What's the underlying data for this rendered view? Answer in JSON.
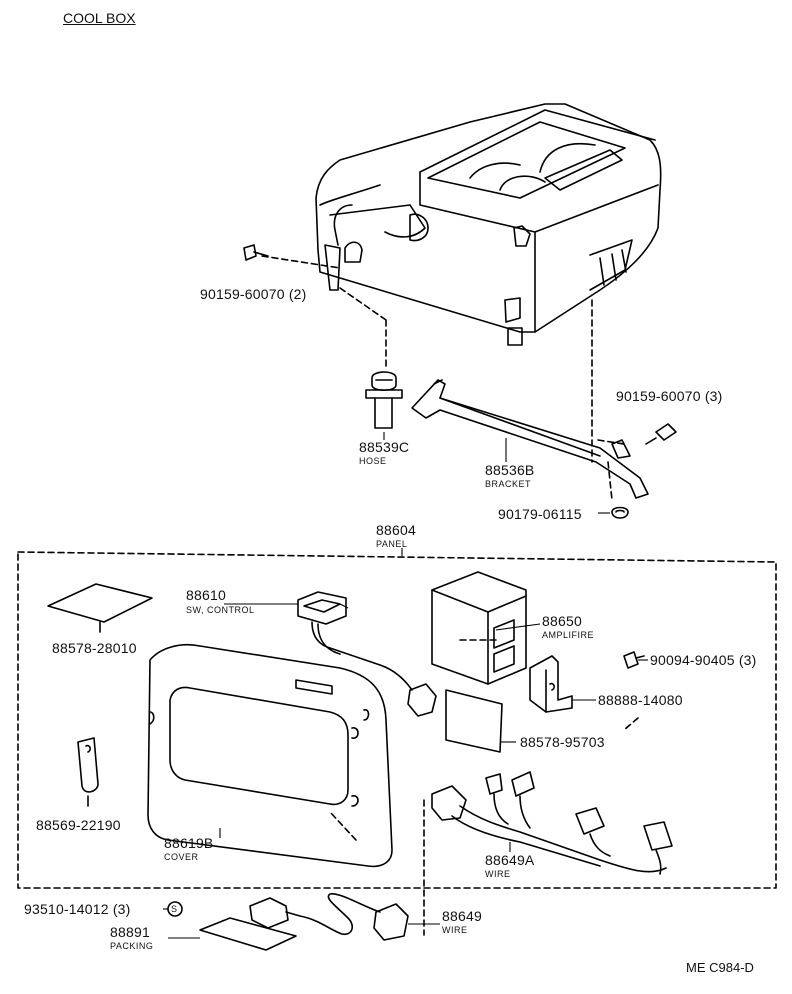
{
  "title": "COOL BOX",
  "diagram_code": "ME C984-D",
  "parts": {
    "screw_top": {
      "number": "90159-60070 (2)"
    },
    "hose": {
      "number": "88539C",
      "name": "HOSE"
    },
    "bracket": {
      "number": "88536B",
      "name": "BRACKET"
    },
    "screw_right": {
      "number": "90159-60070 (3)"
    },
    "nut": {
      "number": "90179-06115"
    },
    "panel": {
      "number": "88604",
      "name": "PANEL"
    },
    "sheet_left": {
      "number": "88578-28010"
    },
    "switch": {
      "number": "88610",
      "name": "SW, CONTROL"
    },
    "amplifier": {
      "number": "88650",
      "name": "AMPLIFIRE"
    },
    "screw_amp": {
      "number": "90094-90405 (3)"
    },
    "amp_bracket": {
      "number": "88888-14080"
    },
    "sheet_amp": {
      "number": "88578-95703"
    },
    "clip": {
      "number": "88569-22190"
    },
    "cover": {
      "number": "88619B",
      "name": "COVER"
    },
    "wire_a": {
      "number": "88649A",
      "name": "WIRE"
    },
    "screw_bottom": {
      "number": "93510-14012 (3)",
      "symbol": "S"
    },
    "packing": {
      "number": "88891",
      "name": "PACKING"
    },
    "wire": {
      "number": "88649",
      "name": "WIRE"
    }
  }
}
